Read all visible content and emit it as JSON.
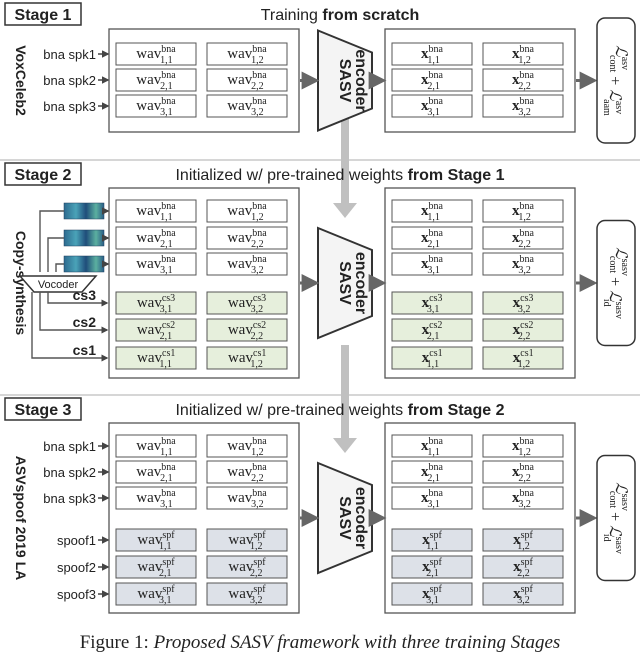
{
  "stages": [
    {
      "label": "Stage 1",
      "header_plain": "Training ",
      "header_bold": "from scratch",
      "dataset": "VoxCeleb2",
      "left_labels": [
        "bna spk1",
        "bna spk2",
        "bna spk3"
      ],
      "wav_rows": [
        [
          {
            "main": "wav",
            "sup": "bna",
            "sub": "1,1"
          },
          {
            "main": "wav",
            "sup": "bna",
            "sub": "1,2"
          }
        ],
        [
          {
            "main": "wav",
            "sup": "bna",
            "sub": "2,1"
          },
          {
            "main": "wav",
            "sup": "bna",
            "sub": "2,2"
          }
        ],
        [
          {
            "main": "wav",
            "sup": "bna",
            "sub": "3,1"
          },
          {
            "main": "wav",
            "sup": "bna",
            "sub": "3,2"
          }
        ]
      ],
      "x_rows": [
        [
          {
            "main": "x",
            "sup": "bna",
            "sub": "1,1"
          },
          {
            "main": "x",
            "sup": "bna",
            "sub": "1,2"
          }
        ],
        [
          {
            "main": "x",
            "sup": "bna",
            "sub": "2,1"
          },
          {
            "main": "x",
            "sup": "bna",
            "sub": "2,2"
          }
        ],
        [
          {
            "main": "x",
            "sup": "bna",
            "sub": "3,1"
          },
          {
            "main": "x",
            "sup": "bna",
            "sub": "3,2"
          }
        ]
      ],
      "encoder": [
        "SASV",
        "encoder"
      ],
      "loss": [
        {
          "sub": "cont",
          "sup": "asv"
        },
        {
          "sub": "aam",
          "sup": "asv"
        }
      ]
    },
    {
      "label": "Stage 2",
      "header_plain": "Initialized w/ pre-trained weights ",
      "header_bold": "from Stage 1",
      "dataset": "Copy-synthesis",
      "vocoder": "Vocoder",
      "cs_labels": [
        "cs3",
        "cs2",
        "cs1"
      ],
      "wav_rows": [
        [
          {
            "main": "wav",
            "sup": "bna",
            "sub": "1,1"
          },
          {
            "main": "wav",
            "sup": "bna",
            "sub": "1,2"
          }
        ],
        [
          {
            "main": "wav",
            "sup": "bna",
            "sub": "2,1"
          },
          {
            "main": "wav",
            "sup": "bna",
            "sub": "2,2"
          }
        ],
        [
          {
            "main": "wav",
            "sup": "bna",
            "sub": "3,1"
          },
          {
            "main": "wav",
            "sup": "bna",
            "sub": "3,2"
          }
        ],
        [
          {
            "main": "wav",
            "sup": "cs3",
            "sub": "3,1"
          },
          {
            "main": "wav",
            "sup": "cs3",
            "sub": "3,2"
          }
        ],
        [
          {
            "main": "wav",
            "sup": "cs2",
            "sub": "2,1"
          },
          {
            "main": "wav",
            "sup": "cs2",
            "sub": "2,2"
          }
        ],
        [
          {
            "main": "wav",
            "sup": "cs1",
            "sub": "1,1"
          },
          {
            "main": "wav",
            "sup": "cs1",
            "sub": "1,2"
          }
        ]
      ],
      "x_rows": [
        [
          {
            "main": "x",
            "sup": "bna",
            "sub": "1,1"
          },
          {
            "main": "x",
            "sup": "bna",
            "sub": "1,2"
          }
        ],
        [
          {
            "main": "x",
            "sup": "bna",
            "sub": "2,1"
          },
          {
            "main": "x",
            "sup": "bna",
            "sub": "2,2"
          }
        ],
        [
          {
            "main": "x",
            "sup": "bna",
            "sub": "3,1"
          },
          {
            "main": "x",
            "sup": "bna",
            "sub": "3,2"
          }
        ],
        [
          {
            "main": "x",
            "sup": "cs3",
            "sub": "3,1"
          },
          {
            "main": "x",
            "sup": "cs3",
            "sub": "3,2"
          }
        ],
        [
          {
            "main": "x",
            "sup": "cs2",
            "sub": "2,1"
          },
          {
            "main": "x",
            "sup": "cs2",
            "sub": "2,2"
          }
        ],
        [
          {
            "main": "x",
            "sup": "cs1",
            "sub": "1,1"
          },
          {
            "main": "x",
            "sup": "cs1",
            "sub": "1,2"
          }
        ]
      ],
      "encoder": [
        "SASV",
        "encoder"
      ],
      "loss": [
        {
          "sub": "cont",
          "sup": "sasv"
        },
        {
          "sub": "id",
          "sup": "sasv"
        }
      ]
    },
    {
      "label": "Stage 3",
      "header_plain": "Initialized w/ pre-trained weights ",
      "header_bold": "from Stage 2",
      "dataset": "ASVspoof 2019 LA",
      "left_labels": [
        "bna spk1",
        "bna spk2",
        "bna spk3",
        "spoof1",
        "spoof2",
        "spoof3"
      ],
      "wav_rows": [
        [
          {
            "main": "wav",
            "sup": "bna",
            "sub": "1,1"
          },
          {
            "main": "wav",
            "sup": "bna",
            "sub": "1,2"
          }
        ],
        [
          {
            "main": "wav",
            "sup": "bna",
            "sub": "2,1"
          },
          {
            "main": "wav",
            "sup": "bna",
            "sub": "2,2"
          }
        ],
        [
          {
            "main": "wav",
            "sup": "bna",
            "sub": "3,1"
          },
          {
            "main": "wav",
            "sup": "bna",
            "sub": "3,2"
          }
        ],
        [
          {
            "main": "wav",
            "sup": "spf",
            "sub": "1,1"
          },
          {
            "main": "wav",
            "sup": "spf",
            "sub": "1,2"
          }
        ],
        [
          {
            "main": "wav",
            "sup": "spf",
            "sub": "2,1"
          },
          {
            "main": "wav",
            "sup": "spf",
            "sub": "2,2"
          }
        ],
        [
          {
            "main": "wav",
            "sup": "spf",
            "sub": "3,1"
          },
          {
            "main": "wav",
            "sup": "spf",
            "sub": "3,2"
          }
        ]
      ],
      "x_rows": [
        [
          {
            "main": "x",
            "sup": "bna",
            "sub": "1,1"
          },
          {
            "main": "x",
            "sup": "bna",
            "sub": "1,2"
          }
        ],
        [
          {
            "main": "x",
            "sup": "bna",
            "sub": "2,1"
          },
          {
            "main": "x",
            "sup": "bna",
            "sub": "2,2"
          }
        ],
        [
          {
            "main": "x",
            "sup": "bna",
            "sub": "3,1"
          },
          {
            "main": "x",
            "sup": "bna",
            "sub": "3,2"
          }
        ],
        [
          {
            "main": "x",
            "sup": "spf",
            "sub": "1,1"
          },
          {
            "main": "x",
            "sup": "spf",
            "sub": "1,2"
          }
        ],
        [
          {
            "main": "x",
            "sup": "spf",
            "sub": "2,1"
          },
          {
            "main": "x",
            "sup": "spf",
            "sub": "2,2"
          }
        ],
        [
          {
            "main": "x",
            "sup": "spf",
            "sub": "3,1"
          },
          {
            "main": "x",
            "sup": "spf",
            "sub": "3,2"
          }
        ]
      ],
      "encoder": [
        "SASV",
        "encoder"
      ],
      "loss": [
        {
          "sub": "cont",
          "sup": "sasv"
        },
        {
          "sub": "id",
          "sup": "sasv"
        }
      ]
    }
  ],
  "caption": {
    "prefix": "Figure 1: ",
    "text": "Proposed SASV framework with three training Stages"
  },
  "colors": {
    "bna_cell": "#ffffff",
    "cs_cell": "#e6efdc",
    "spf_cell": "#dde1e8",
    "separator": "#c8c8c8",
    "line": "#555555",
    "arrow": "#666666",
    "encoder_fill": "#f4f4f4"
  }
}
